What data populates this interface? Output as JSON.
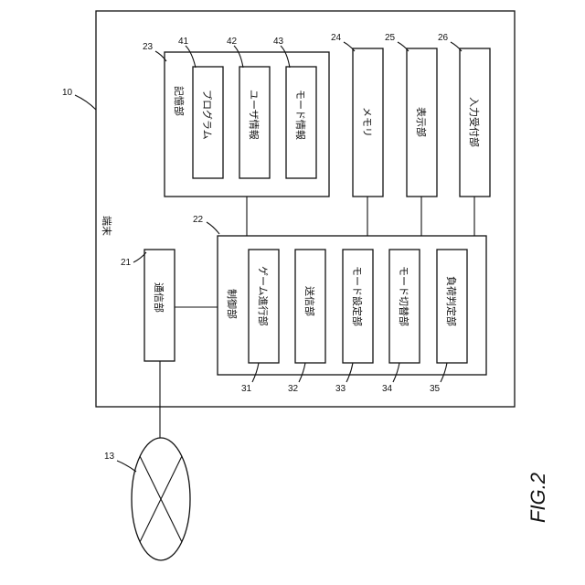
{
  "diagram": {
    "terminal": {
      "ref": "10",
      "label": "端末"
    },
    "network": {
      "ref": "13"
    },
    "comm": {
      "ref": "21",
      "label": "通信部"
    },
    "control": {
      "ref": "22",
      "label": "制御部"
    },
    "storage": {
      "ref": "23",
      "label": "記憶部"
    },
    "memory": {
      "ref": "24",
      "label": "メモリ"
    },
    "display": {
      "ref": "25",
      "label": "表示部"
    },
    "input": {
      "ref": "26",
      "label": "入力受付部"
    },
    "program": {
      "ref": "41",
      "label": "プログラム"
    },
    "user_info": {
      "ref": "42",
      "label": "ユーザ情報"
    },
    "mode_info": {
      "ref": "43",
      "label": "モード情報"
    },
    "game_progress": {
      "ref": "31",
      "label": "ゲーム進行部"
    },
    "transmit": {
      "ref": "32",
      "label": "送信部"
    },
    "mode_setting": {
      "ref": "33",
      "label": "モード設定部"
    },
    "mode_switch": {
      "ref": "34",
      "label": "モード切替部"
    },
    "load_judge": {
      "ref": "35",
      "label": "負荷判定部"
    }
  },
  "figure": {
    "caption": "FIG.2"
  }
}
